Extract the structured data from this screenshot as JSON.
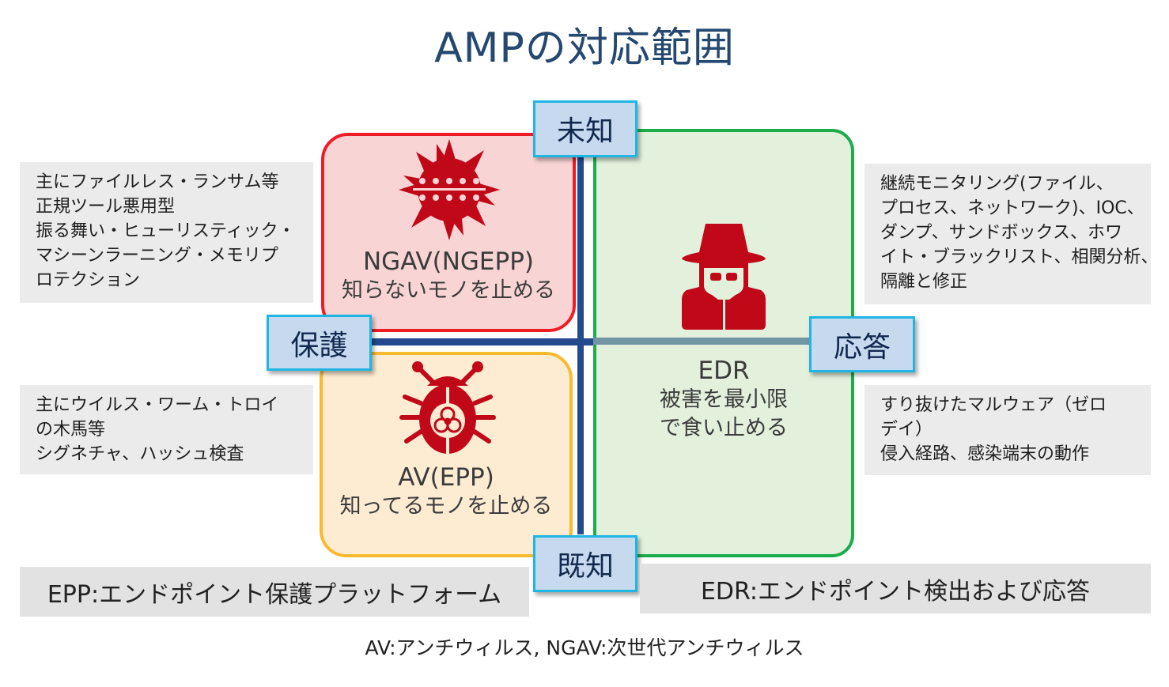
{
  "title": "AMPの対応範囲",
  "colors": {
    "title": "#24486f",
    "ngav_border": "#ee1c25",
    "ngav_fill": "#f8d4d4",
    "av_border": "#fbba2e",
    "av_fill": "#fdebd2",
    "edr_border": "#1bac4b",
    "edr_fill": "#e2f0dc",
    "icon_red": "#c00818",
    "axis_blue": "#234a8f",
    "axis_gray": "#7195a3",
    "label_fill": "#c6d9ee",
    "label_border": "#1fb6e3"
  },
  "axis_labels": {
    "unknown": "未知",
    "known": "既知",
    "protect": "保護",
    "respond": "応答"
  },
  "quadrants": {
    "ngav": {
      "icon": "virus-icon",
      "name": "NGAV(NGEPP)",
      "tagline": "知らないモノを止める"
    },
    "av": {
      "icon": "bug-biohazard-icon",
      "name": "AV(EPP)",
      "tagline": "知ってるモノを止める"
    },
    "edr": {
      "icon": "spy-icon",
      "name": "EDR",
      "tagline_lines": [
        "被害を最小限",
        "で食い止める"
      ]
    }
  },
  "notes": {
    "top_left": [
      "主にファイルレス・ランサム等",
      "正規ツール悪用型",
      "振る舞い・ヒューリスティック・",
      "マシーンラーニング・メモリプ",
      "ロテクション"
    ],
    "bottom_left": [
      "主にウイルス・ワーム・トロイ",
      "の木馬等",
      "シグネチャ、ハッシュ検査"
    ],
    "top_right": [
      "継続モニタリング(ファイル、",
      "プロセス、ネットワーク)、IOC、",
      "ダンプ、サンドボックス、ホワ",
      "イト・ブラックリスト、相関分析、",
      "隔離と修正"
    ],
    "bottom_right": [
      "すり抜けたマルウェア（ゼロ",
      "デイ）",
      "侵入経路、感染端末の動作"
    ]
  },
  "definitions": {
    "epp": "EPP:エンドポイント保護プラットフォーム",
    "edr": "EDR:エンドポイント検出および応答"
  },
  "footer": "AV:アンチウィルス, NGAV:次世代アンチウィルス"
}
